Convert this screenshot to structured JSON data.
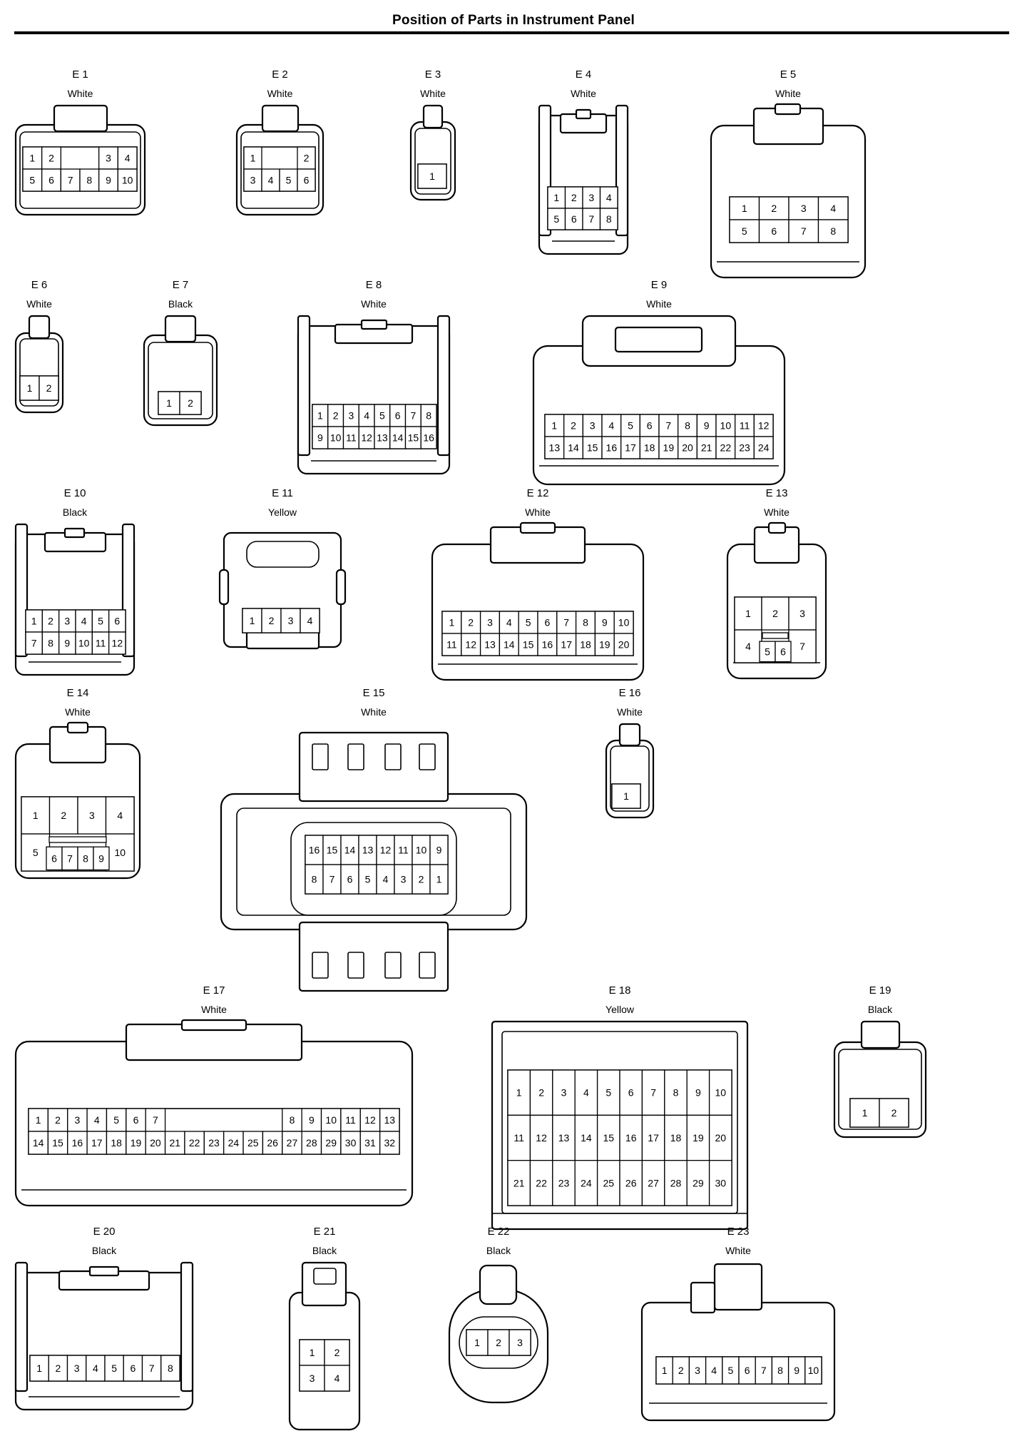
{
  "title": "Position of Parts in Instrument Panel",
  "connectors": [
    {
      "id": "E1",
      "label": "E 1",
      "color": "White",
      "rows": [
        [
          "1",
          "2",
          "",
          "",
          "3",
          "4"
        ],
        [
          "5",
          "6",
          "7",
          "8",
          "9",
          "10"
        ]
      ]
    },
    {
      "id": "E2",
      "label": "E 2",
      "color": "White",
      "rows": [
        [
          "1",
          "",
          "",
          "2"
        ],
        [
          "3",
          "4",
          "5",
          "6"
        ]
      ]
    },
    {
      "id": "E3",
      "label": "E 3",
      "color": "White",
      "rows": [
        [
          "1"
        ]
      ]
    },
    {
      "id": "E4",
      "label": "E 4",
      "color": "White",
      "rows": [
        [
          "1",
          "2",
          "3",
          "4"
        ],
        [
          "5",
          "6",
          "7",
          "8"
        ]
      ]
    },
    {
      "id": "E5",
      "label": "E 5",
      "color": "White",
      "rows": [
        [
          "1",
          "2",
          "3",
          "4"
        ],
        [
          "5",
          "6",
          "7",
          "8"
        ]
      ]
    },
    {
      "id": "E6",
      "label": "E 6",
      "color": "White",
      "rows": [
        [
          "1",
          "2"
        ]
      ]
    },
    {
      "id": "E7",
      "label": "E 7",
      "color": "Black",
      "rows": [
        [
          "1",
          "2"
        ]
      ]
    },
    {
      "id": "E8",
      "label": "E 8",
      "color": "White",
      "rows": [
        [
          "1",
          "2",
          "3",
          "4",
          "5",
          "6",
          "7",
          "8"
        ],
        [
          "9",
          "10",
          "11",
          "12",
          "13",
          "14",
          "15",
          "16"
        ]
      ]
    },
    {
      "id": "E9",
      "label": "E 9",
      "color": "White",
      "rows": [
        [
          "1",
          "2",
          "3",
          "4",
          "5",
          "6",
          "7",
          "8",
          "9",
          "10",
          "11",
          "12"
        ],
        [
          "13",
          "14",
          "15",
          "16",
          "17",
          "18",
          "19",
          "20",
          "21",
          "22",
          "23",
          "24"
        ]
      ]
    },
    {
      "id": "E10",
      "label": "E 10",
      "color": "Black",
      "rows": [
        [
          "1",
          "2",
          "3",
          "4",
          "5",
          "6"
        ],
        [
          "7",
          "8",
          "9",
          "10",
          "11",
          "12"
        ]
      ]
    },
    {
      "id": "E11",
      "label": "E 11",
      "color": "Yellow",
      "rows": [
        [
          "1",
          "2",
          "3",
          "4"
        ]
      ]
    },
    {
      "id": "E12",
      "label": "E 12",
      "color": "White",
      "rows": [
        [
          "1",
          "2",
          "3",
          "4",
          "5",
          "6",
          "7",
          "8",
          "9",
          "10"
        ],
        [
          "11",
          "12",
          "13",
          "14",
          "15",
          "16",
          "17",
          "18",
          "19",
          "20"
        ]
      ]
    },
    {
      "id": "E13",
      "label": "E 13",
      "color": "White",
      "rows": [
        [
          "1",
          "2",
          "3"
        ],
        [
          "4",
          "",
          "7"
        ]
      ],
      "extra": [
        "5",
        "6"
      ]
    },
    {
      "id": "E14",
      "label": "E 14",
      "color": "White",
      "rows": [
        [
          "1",
          "2",
          "3",
          "4"
        ],
        [
          "5",
          "",
          "",
          "10"
        ]
      ],
      "extra": [
        "6",
        "7",
        "8",
        "9"
      ]
    },
    {
      "id": "E15",
      "label": "E 15",
      "color": "White",
      "rows": [
        [
          "16",
          "15",
          "14",
          "13",
          "12",
          "11",
          "10",
          "9"
        ],
        [
          "8",
          "7",
          "6",
          "5",
          "4",
          "3",
          "2",
          "1"
        ]
      ]
    },
    {
      "id": "E16",
      "label": "E 16",
      "color": "White",
      "rows": [
        [
          "1"
        ]
      ]
    },
    {
      "id": "E17",
      "label": "E 17",
      "color": "White",
      "rows": [
        [
          "1",
          "2",
          "3",
          "4",
          "5",
          "6",
          "7",
          "",
          "",
          "",
          "",
          "",
          "",
          "8",
          "9",
          "10",
          "11",
          "12",
          "13"
        ],
        [
          "14",
          "15",
          "16",
          "17",
          "18",
          "19",
          "20",
          "21",
          "22",
          "23",
          "24",
          "25",
          "26",
          "27",
          "28",
          "29",
          "30",
          "31",
          "32"
        ]
      ]
    },
    {
      "id": "E18",
      "label": "E 18",
      "color": "Yellow",
      "rows": [
        [
          "1",
          "2",
          "3",
          "4",
          "5",
          "6",
          "7",
          "8",
          "9",
          "10"
        ],
        [
          "11",
          "12",
          "13",
          "14",
          "15",
          "16",
          "17",
          "18",
          "19",
          "20"
        ],
        [
          "21",
          "22",
          "23",
          "24",
          "25",
          "26",
          "27",
          "28",
          "29",
          "30"
        ]
      ]
    },
    {
      "id": "E19",
      "label": "E 19",
      "color": "Black",
      "rows": [
        [
          "1",
          "2"
        ]
      ]
    },
    {
      "id": "E20",
      "label": "E 20",
      "color": "Black",
      "rows": [
        [
          "1",
          "2",
          "3",
          "4",
          "5",
          "6",
          "7",
          "8"
        ]
      ]
    },
    {
      "id": "E21",
      "label": "E 21",
      "color": "Black",
      "rows": [
        [
          "1",
          "2"
        ],
        [
          "3",
          "4"
        ]
      ]
    },
    {
      "id": "E22",
      "label": "E 22",
      "color": "Black",
      "rows": [
        [
          "1",
          "2",
          "3"
        ]
      ]
    },
    {
      "id": "E23",
      "label": "E 23",
      "color": "White",
      "rows": [
        [
          "1",
          "2",
          "3",
          "4",
          "5",
          "6",
          "7",
          "8",
          "9",
          "10"
        ]
      ]
    }
  ]
}
